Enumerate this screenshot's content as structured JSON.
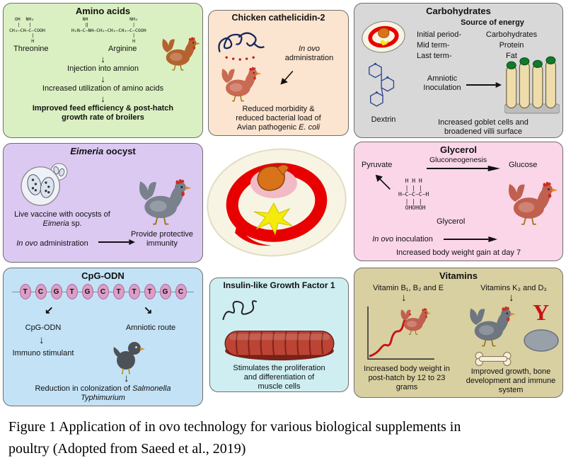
{
  "icons": {
    "down_arrow": "↓",
    "down_left_arrow": "↙",
    "down_right_arrow": "↘",
    "antibody_y": "Y"
  },
  "panels": {
    "amino_acids": {
      "title": "Amino acids",
      "threonine_formula": "  OH  NH₂\n   |   |\nCH₃–CH–C–COOH\n        |\n        H",
      "arginine_formula": "    NH               NH₂\n     ‖                |\nH₂N–C–NH–CH₂–CH₂–CH₂–C–COOH\n                      |\n                      H",
      "threonine_label": "Threonine",
      "arginine_label": "Arginine",
      "step_injection": "Injection into amnion",
      "step_utilization": "Increased utilization of amino acids",
      "result": "Improved feed efficiency & post-hatch\ngrowth rate of broilers"
    },
    "cathelicidin": {
      "title": "Chicken cathelicidin-2",
      "in_ovo": "In ovo",
      "administration": "administration",
      "result_line1": "Reduced morbidity &",
      "result_line2": "reduced  bacterial load  of",
      "result_line3_normal": "Avian pathogenic ",
      "result_line3_italic": "E. coli"
    },
    "carbohydrates": {
      "title": "Carbohydrates",
      "source_heading": "Source of energy",
      "rows": [
        {
          "label": "Initial period-",
          "value": "Carbohydrates"
        },
        {
          "label": "Mid term-",
          "value": "Protein"
        },
        {
          "label": "Last term-",
          "value": "Fat"
        }
      ],
      "amniotic": "Amniotic\nInoculation",
      "dextrin_label": "Dextrin",
      "result": "Increased goblet cells and\nbroadened villi surface"
    },
    "eimeria": {
      "title_italic": "Eimeria",
      "title_rest": " oocyst",
      "vaccine_line1": "Live vaccine with oocysts of",
      "vaccine_italic": "Eimeria",
      "vaccine_rest": " sp.",
      "in_ovo": "In ovo",
      "administration": " administration",
      "result": "Provide protective\nimmunity"
    },
    "glycerol": {
      "title": "Glycerol",
      "pyruvate": "Pyruvate",
      "gluconeogenesis": "Gluconeogenesis",
      "glucose": "Glucose",
      "formula": "  H H H\n  | | |\nH–C–C–C–H\n  | | |\n  OHOHOH",
      "glycerol_label": "Glycerol",
      "in_ovo": "In ovo",
      "inoculation": " inoculation",
      "result": "Increased body weight gain at day 7"
    },
    "cpg_odn": {
      "title": "CpG-ODN",
      "sequence": [
        "T",
        "C",
        "G",
        "T",
        "G",
        "C",
        "T",
        "T",
        "T",
        "G",
        "C"
      ],
      "label": "CpG-ODN",
      "amniotic_route": "Amniotic route",
      "immuno_stimulant": "Immuno stimulant",
      "result_normal": "Reduction in colonization of ",
      "result_italic": "Salmonella",
      "result_line2_italic": "Typhimurium"
    },
    "igf1": {
      "title": "Insulin-like Growth Factor 1",
      "result": "Stimulates the proliferation\nand differentiation of\nmuscle cells"
    },
    "vitamins": {
      "title": "Vitamins",
      "left_heading": "Vitamin B₁, B₂ and E",
      "right_heading": "Vitamins K₃ and D₃",
      "left_result": "Increased body weight in\npost-hatch by 12 to 23\ngrams",
      "right_result": "Improved growth, bone\ndevelopment and immune\nsystem"
    }
  },
  "caption": "Figure 1 Application of in ovo technology for various biological supplements in\npoultry (Adopted from Saeed et al., 2019)"
}
